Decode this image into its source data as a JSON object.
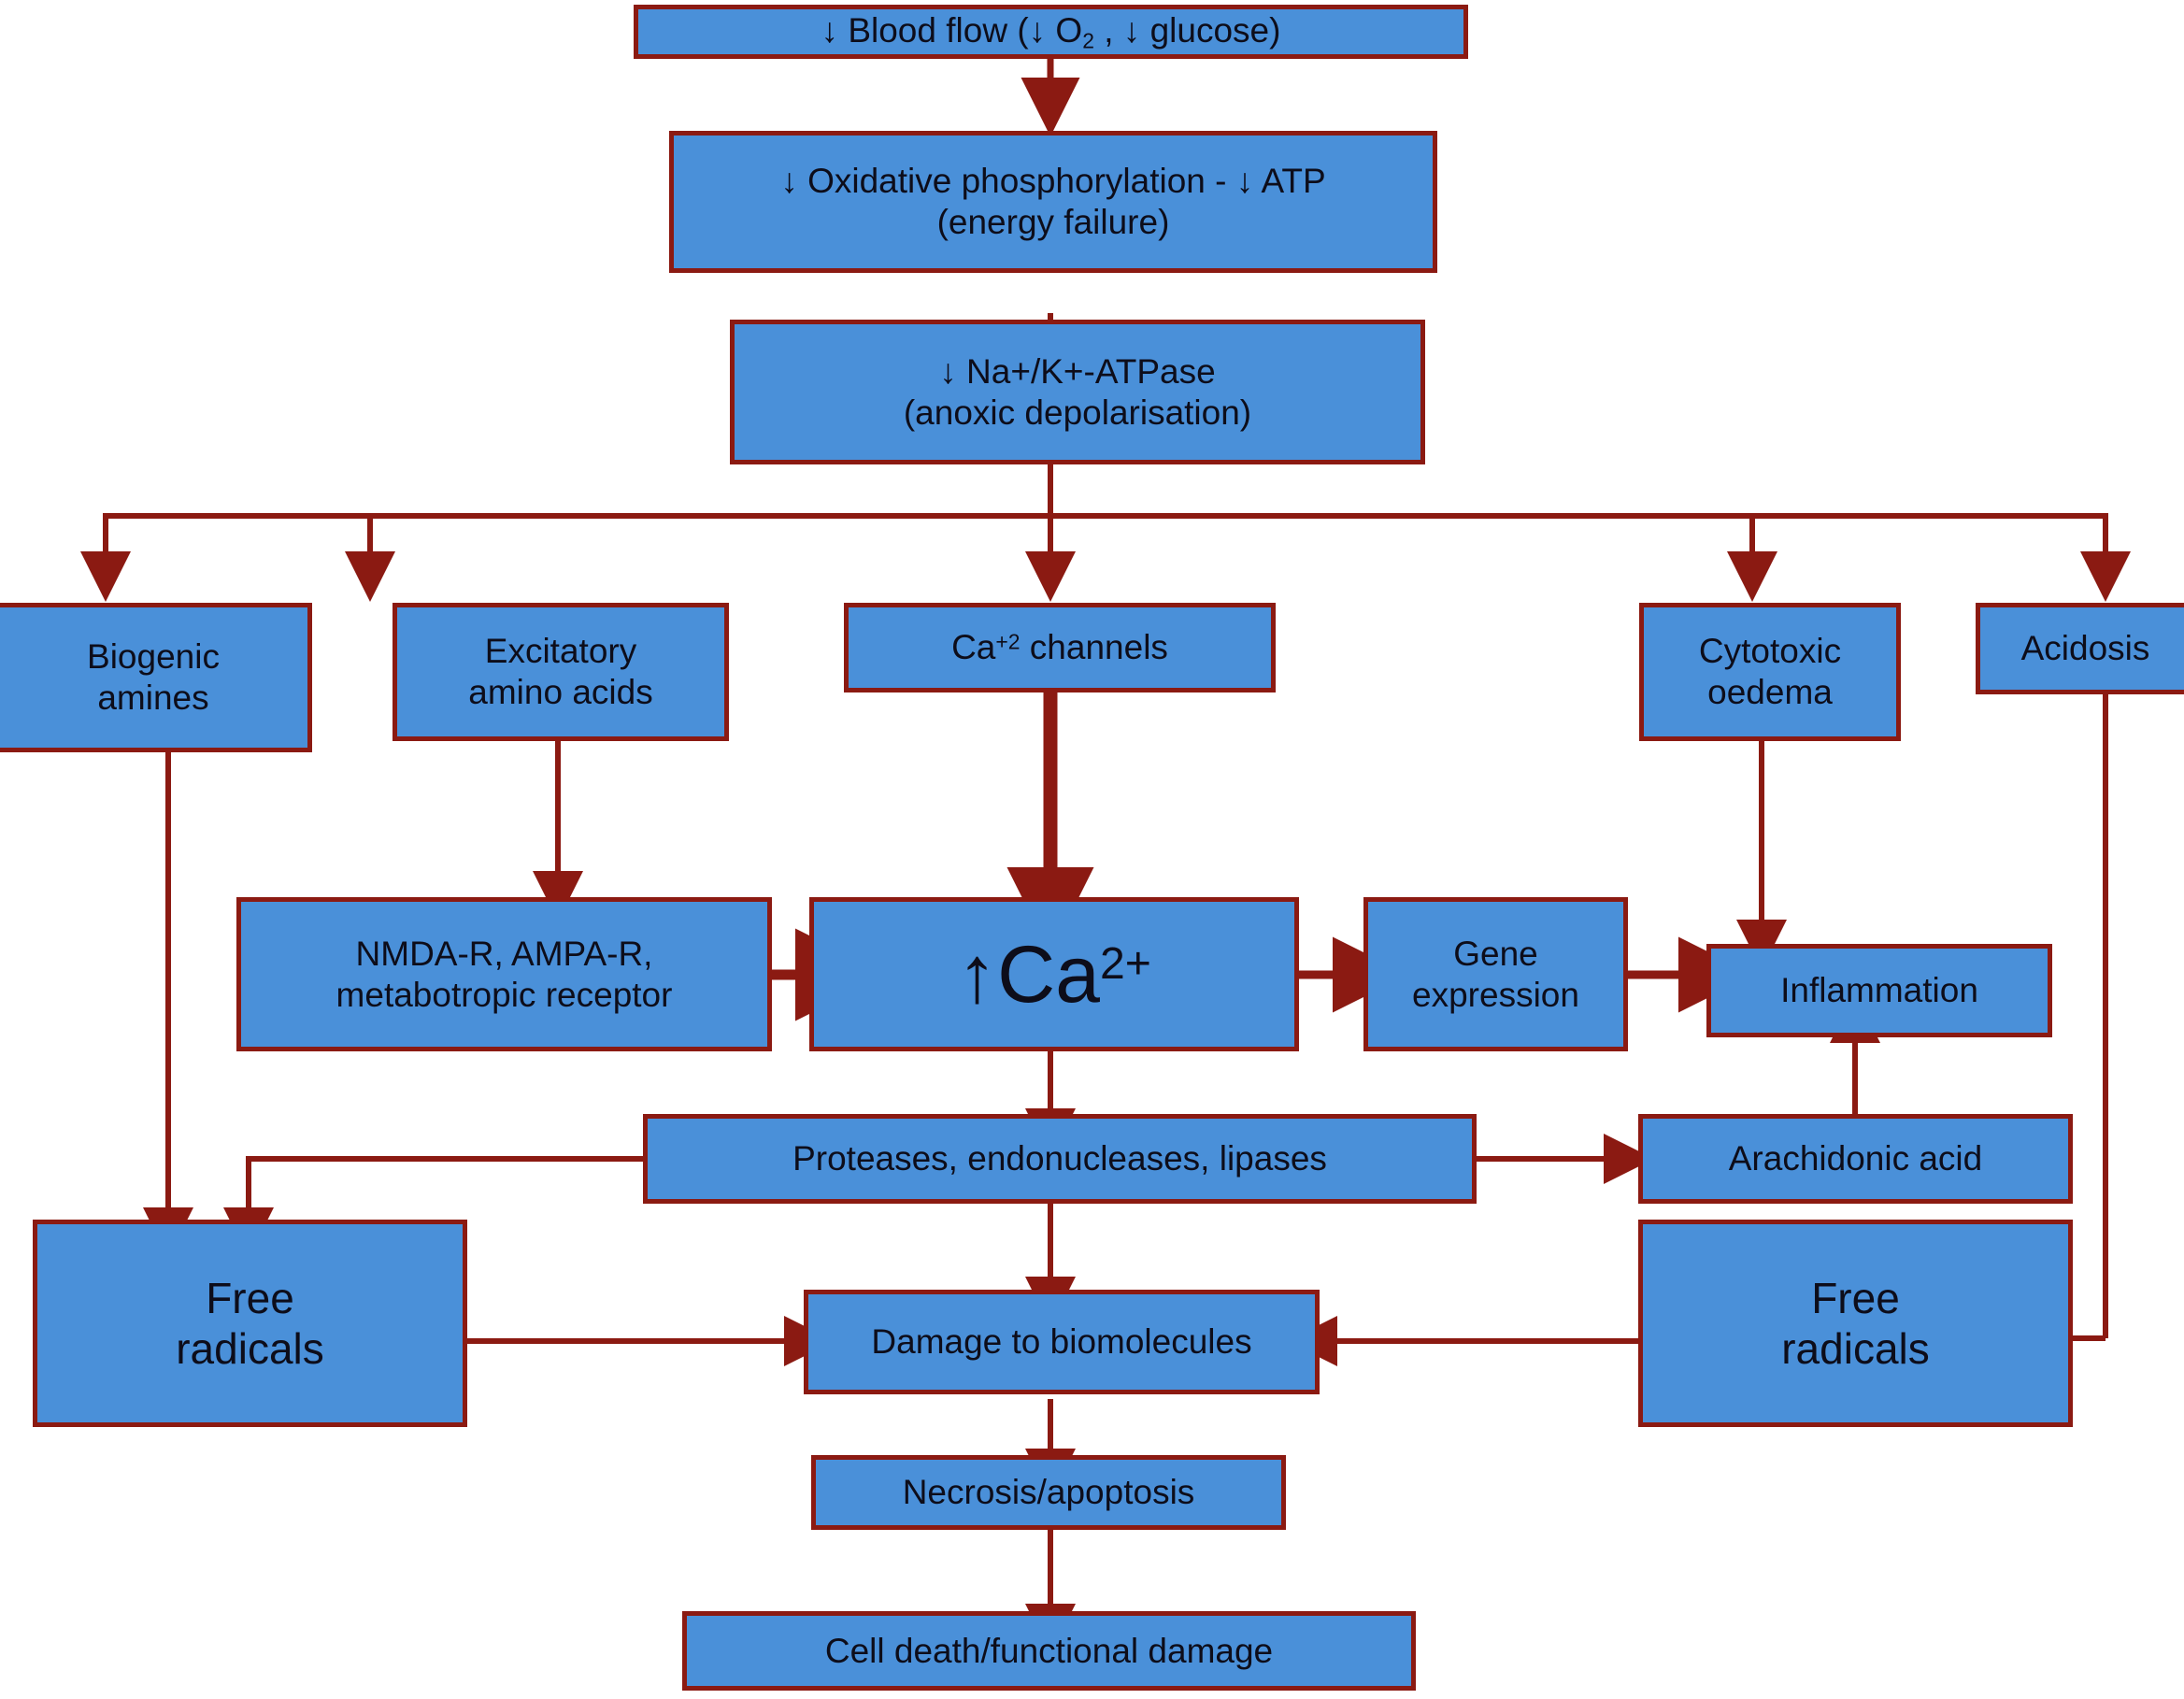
{
  "diagram": {
    "title": "Ischaemic cascade of cerebral injury",
    "colors": {
      "box_fill": "#4a90d9",
      "box_border": "#8b1a12",
      "connector": "#8b1a12",
      "text": "#0d0d1a",
      "background": "#ffffff"
    },
    "nodes": [
      {
        "id": "blood-flow",
        "label": "↓ Blood flow (↓ O2 , ↓ glucose)"
      },
      {
        "id": "oxphos",
        "label": "↓ Oxidative phosphorylation -  ↓ ATP\n(energy failure)"
      },
      {
        "id": "na-k-atpase",
        "label": "↓ Na+/K+-ATPase\n(anoxic depolarisation)"
      },
      {
        "id": "biogenic-amines",
        "label": "Biogenic\namines"
      },
      {
        "id": "excitatory-aa",
        "label": "Excitatory\namino acids"
      },
      {
        "id": "ca-channels",
        "label": "Ca+2 channels"
      },
      {
        "id": "cytotoxic-oedema",
        "label": "Cytotoxic\noedema"
      },
      {
        "id": "acidosis",
        "label": "Acidosis"
      },
      {
        "id": "receptors",
        "label": "NMDA-R, AMPA-R,\nmetabotropic receptor"
      },
      {
        "id": "calcium-rise",
        "label": "↑Ca2+"
      },
      {
        "id": "gene-expression",
        "label": "Gene\nexpression"
      },
      {
        "id": "inflammation",
        "label": "Inflammation"
      },
      {
        "id": "enzymes",
        "label": "Proteases, endonucleases, lipases"
      },
      {
        "id": "arachidonic-acid",
        "label": "Arachidonic acid"
      },
      {
        "id": "free-radicals-left",
        "label": "Free\nradicals"
      },
      {
        "id": "free-radicals-right",
        "label": "Free\nradicals"
      },
      {
        "id": "damage",
        "label": "Damage to biomolecules"
      },
      {
        "id": "necrosis",
        "label": "Necrosis/apoptosis"
      },
      {
        "id": "cell-death",
        "label": "Cell death/functional damage"
      }
    ],
    "labels": {
      "blood_flow_pre": "↓ Blood flow (↓ O",
      "blood_flow_sub": "2",
      "blood_flow_post": " , ↓ glucose)",
      "oxphos_line1": "↓ Oxidative phosphorylation -  ↓ ATP",
      "oxphos_line2": "(energy failure)",
      "na_k_line1": "↓ Na+/K+-ATPase",
      "na_k_line2": "(anoxic depolarisation)",
      "biogenic_line1": "Biogenic",
      "biogenic_line2": "amines",
      "excitatory_line1": "Excitatory",
      "excitatory_line2": "amino acids",
      "ca_channels_pre": "Ca",
      "ca_channels_sup": "+2",
      "ca_channels_post": " channels",
      "cytotoxic_line1": "Cytotoxic",
      "cytotoxic_line2": "oedema",
      "acidosis": "Acidosis",
      "receptors_line1": "NMDA-R, AMPA-R,",
      "receptors_line2": "metabotropic receptor",
      "calcium_pre": "↑Ca",
      "calcium_sup": "2+",
      "gene_line1": "Gene",
      "gene_line2": "expression",
      "inflammation": "Inflammation",
      "enzymes": "Proteases, endonucleases, lipases",
      "arachidonic": "Arachidonic acid",
      "free_left_line1": "Free",
      "free_left_line2": "radicals",
      "free_right_line1": "Free",
      "free_right_line2": "radicals",
      "damage": "Damage to biomolecules",
      "necrosis": "Necrosis/apoptosis",
      "cell_death": "Cell death/functional damage"
    }
  }
}
